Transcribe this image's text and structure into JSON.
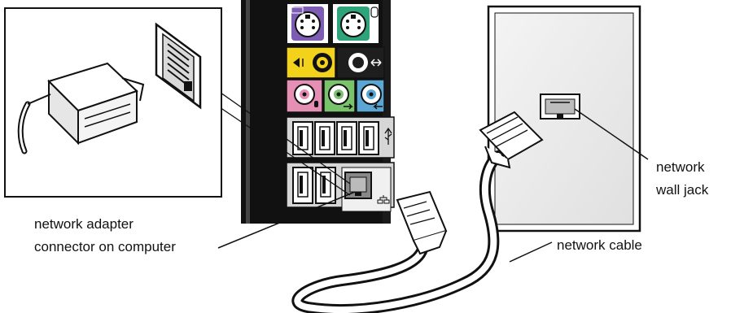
{
  "labels": {
    "adapter_line1": "network adapter",
    "adapter_line2": "connector on computer",
    "cable": "network cable",
    "jack_line1": "network",
    "jack_line2": "wall jack"
  },
  "colors": {
    "ps2_keyboard": "#7c5db3",
    "ps2_mouse": "#2fa37a",
    "audio_yellow": "#f2d21a",
    "audio_black": "#1e1e1e",
    "audio_pink": "#e58fb4",
    "audio_green": "#79c36b",
    "audio_blue": "#5aa7d6",
    "panel_black": "#111111",
    "panel_gray": "#cfcfcf",
    "line": "#111111"
  },
  "icons": {
    "keyboard_port": "keyboard-icon",
    "mouse_port": "mouse-icon",
    "line_in": "line-in-icon",
    "line_out_rear": "rear-out-icon",
    "microphone": "microphone-icon",
    "line_out": "headphone-out-icon",
    "line_in_blue": "line-in-arrow-icon",
    "usb": "usb-icon",
    "network": "network-icon"
  }
}
